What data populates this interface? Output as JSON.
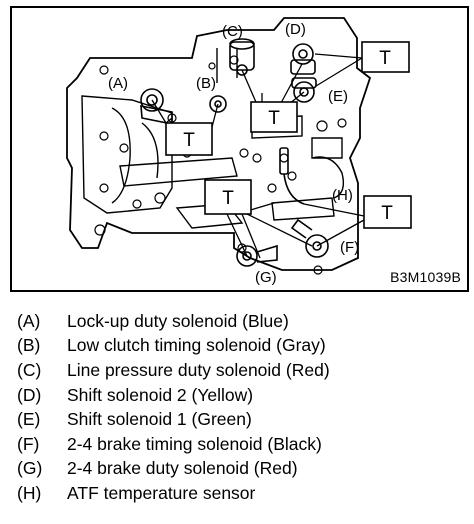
{
  "diagram": {
    "figure_code": "B3M1039B",
    "callouts": [
      "(A)",
      "(B)",
      "(C)",
      "(D)",
      "(E)",
      "(F)",
      "(G)",
      "(H)"
    ],
    "torque_label": "T"
  },
  "legend": [
    {
      "key": "(A)",
      "text": "Lock-up duty solenoid (Blue)"
    },
    {
      "key": "(B)",
      "text": "Low clutch timing solenoid (Gray)"
    },
    {
      "key": "(C)",
      "text": "Line pressure duty solenoid (Red)"
    },
    {
      "key": "(D)",
      "text": "Shift solenoid 2 (Yellow)"
    },
    {
      "key": "(E)",
      "text": "Shift solenoid 1 (Green)"
    },
    {
      "key": "(F)",
      "text": "2-4 brake timing solenoid (Black)"
    },
    {
      "key": "(G)",
      "text": "2-4 brake duty solenoid (Red)"
    },
    {
      "key": "(H)",
      "text": "ATF temperature sensor"
    }
  ]
}
